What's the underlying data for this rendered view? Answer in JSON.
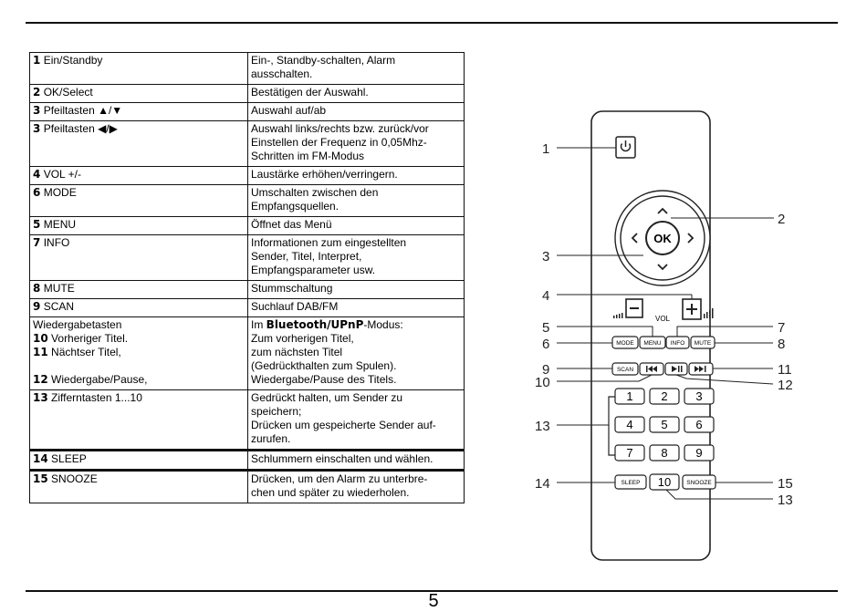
{
  "page_number": "5",
  "rows": [
    {
      "num": "1",
      "label": "Ein/Standby",
      "desc": [
        "Ein-, Standby-schalten, Alarm",
        "ausschalten."
      ]
    },
    {
      "num": "2",
      "label": "OK/Select",
      "desc": [
        "Bestätigen der Auswahl."
      ]
    },
    {
      "num": "3",
      "label": "Pfeiltasten ▲/▼",
      "desc": [
        "Auswahl auf/ab"
      ]
    },
    {
      "num": "3",
      "label": "Pfeiltasten ◀/▶",
      "desc": [
        "Auswahl links/rechts bzw. zurück/vor",
        "Einstellen der Frequenz in 0,05Mhz-",
        "Schritten im FM-Modus"
      ]
    },
    {
      "num": "4",
      "label": "VOL +/-",
      "desc": [
        "Laustärke erhöhen/verringern."
      ]
    },
    {
      "num": "6",
      "label": "MODE",
      "desc": [
        "Umschalten zwischen den",
        "Empfangsquellen."
      ]
    },
    {
      "num": "5",
      "label": "MENU",
      "desc": [
        "Öffnet das Menü"
      ]
    },
    {
      "num": "7",
      "label": "INFO",
      "desc": [
        "Informationen zum eingestellten",
        "Sender, Titel, Interpret,",
        "Empfangsparameter usw."
      ]
    },
    {
      "num": "8",
      "label": "MUTE",
      "desc": [
        "Stummschaltung"
      ]
    },
    {
      "num": "9",
      "label": "SCAN",
      "desc": [
        "Suchlauf DAB/FM"
      ]
    },
    {
      "num": "13",
      "label": "Zifferntasten 1...10",
      "desc": [
        "Gedrückt halten, um Sender zu",
        "speichern;",
        "Drücken um gespeicherte Sender auf-",
        "zurufen."
      ]
    },
    {
      "num": "14",
      "label": "SLEEP",
      "desc": [
        "Schlummern einschalten und wählen."
      ]
    },
    {
      "num": "15",
      "label": "SNOOZE",
      "desc": [
        "Drücken, um den Alarm zu unterbre-",
        "chen und später zu wiederholen."
      ]
    }
  ],
  "playback_row": {
    "heading": "Wiedergabetasten",
    "items": [
      {
        "num": "10",
        "label": "Vorheriger Titel."
      },
      {
        "num": "11",
        "label": "Nächtser Titel,"
      },
      {
        "num": "12",
        "label": "Wiedergabe/Pause,"
      }
    ],
    "desc_prefix": "Im ",
    "desc_brand": "Bluetooth/UPnP",
    "desc_suffix": "-Modus:",
    "desc_lines": [
      "Zum vorherigen Titel,",
      "zum nächsten Titel",
      "(Gedrückthalten zum Spulen).",
      "Wiedergabe/Pause des Titels."
    ]
  },
  "remote": {
    "buttons": {
      "ok": "OK",
      "vol": "VOL",
      "mode": "MODE",
      "menu": "MENU",
      "info": "INFO",
      "mute": "MUTE",
      "scan": "SCAN",
      "sleep": "SLEEP",
      "snooze": "SNOOZE",
      "digits": [
        "1",
        "2",
        "3",
        "4",
        "5",
        "6",
        "7",
        "8",
        "9",
        "10"
      ]
    },
    "callouts": [
      "1",
      "2",
      "3",
      "4",
      "5",
      "7",
      "6",
      "8",
      "9",
      "11",
      "10",
      "12",
      "13",
      "14",
      "15",
      "13"
    ]
  }
}
